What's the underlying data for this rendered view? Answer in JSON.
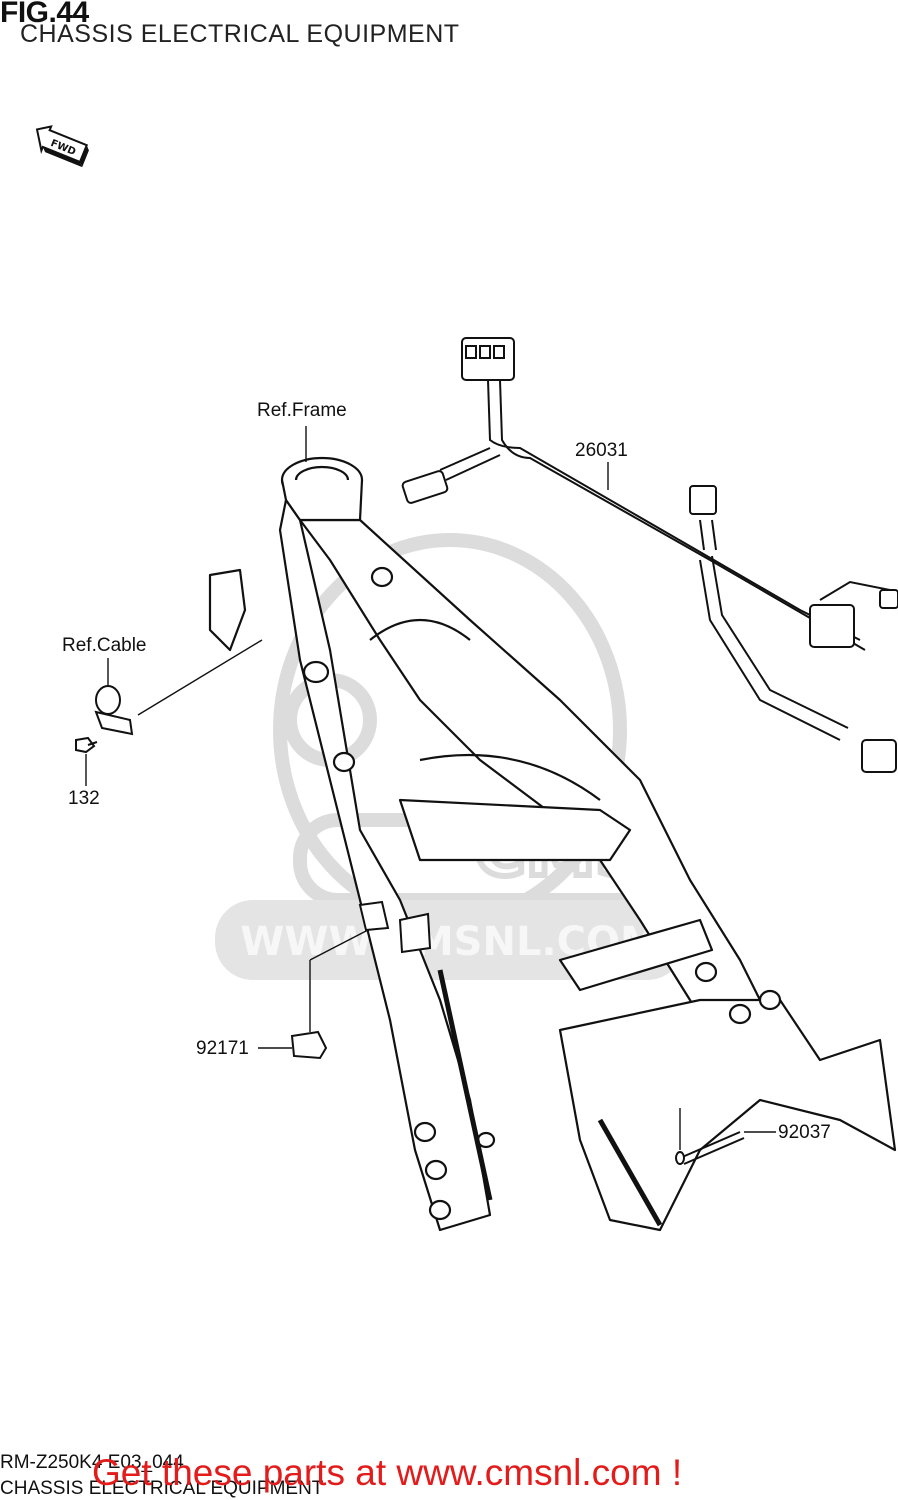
{
  "header": {
    "fig_number": "FIG.44",
    "subtitle": "CHASSIS ELECTRICAL EQUIPMENT"
  },
  "fwd_badge": {
    "text": "FWD",
    "icon": "fwd-arrow-icon"
  },
  "watermark": {
    "text": "WWW.CMSNL.COM",
    "logo_text": "CMS"
  },
  "labels": {
    "ref_frame": "Ref.Frame",
    "ref_cable": "Ref.Cable",
    "harness": "26031",
    "bolt": "132",
    "clamp": "92171",
    "band": "92037"
  },
  "footer": {
    "model_code": "RM-Z250K4 E03_044",
    "title": "CHASSIS ELECTRICAL EQUIPMENT",
    "promo": "Get these parts at www.cmsnl.com !"
  },
  "colors": {
    "promo": "#e31b1b",
    "line": "#111111",
    "watermark": "#d9d9d9"
  }
}
